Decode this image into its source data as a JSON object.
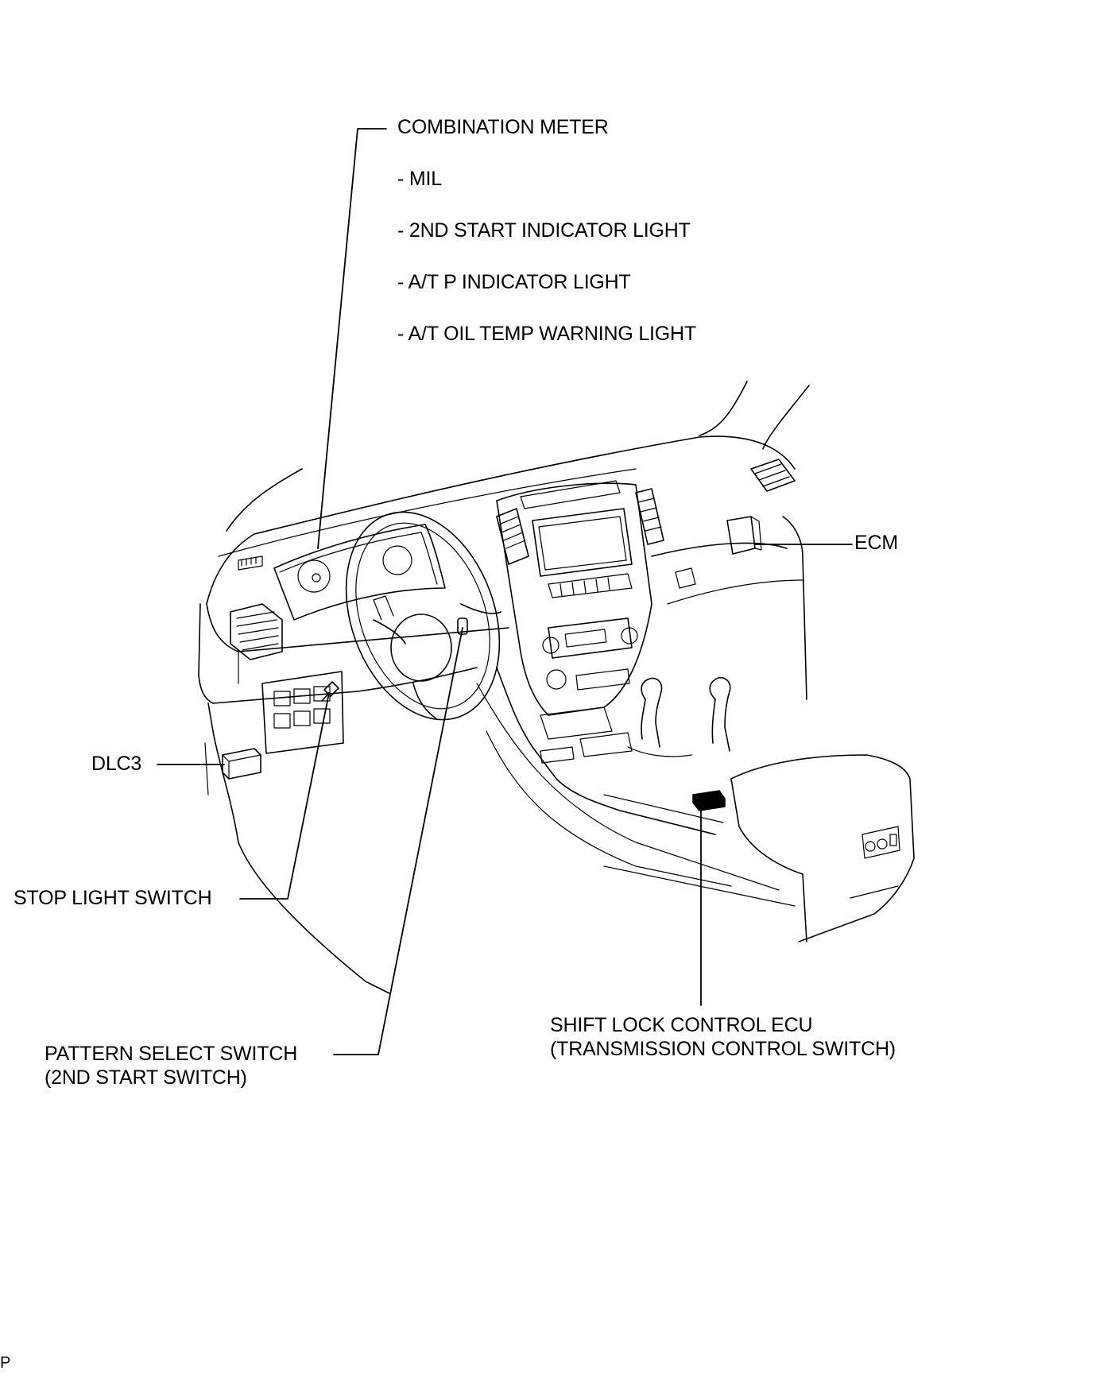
{
  "labels": {
    "combination_meter": {
      "title": "COMBINATION METER",
      "items": [
        "- MIL",
        "- 2ND START INDICATOR LIGHT",
        "- A/T P INDICATOR LIGHT",
        "- A/T OIL TEMP WARNING LIGHT"
      ]
    },
    "ecm": "ECM",
    "dlc3": "DLC3",
    "stop_light_switch": "STOP LIGHT SWITCH",
    "pattern_select_switch": [
      "PATTERN SELECT SWITCH",
      "(2ND START SWITCH)"
    ],
    "shift_lock_control_ecu": [
      "SHIFT LOCK CONTROL ECU",
      "(TRANSMISSION CONTROL SWITCH)"
    ]
  },
  "footer_mark": "P"
}
